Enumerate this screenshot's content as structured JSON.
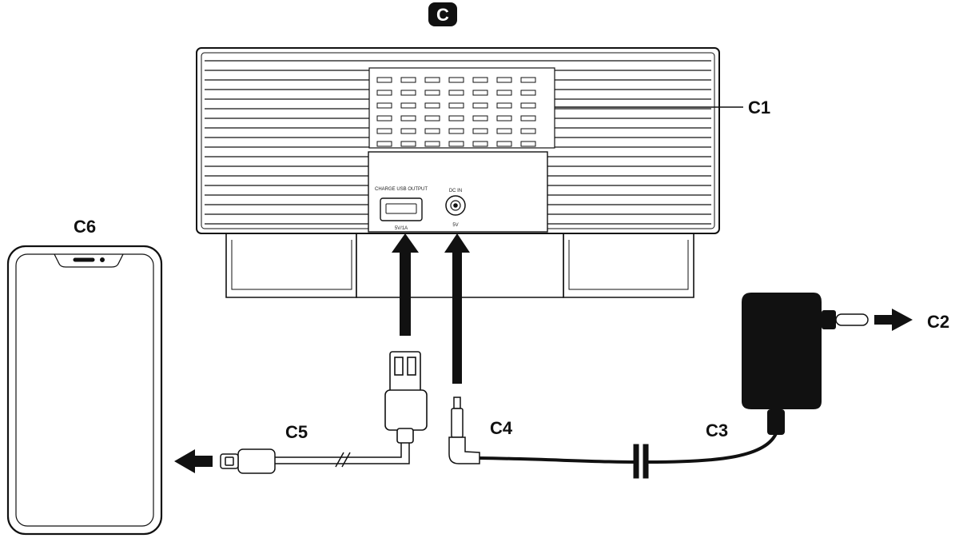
{
  "header_badge": "C",
  "device": {
    "label": "C1",
    "usb_port_label_top": "CHARGE USB OUTPUT",
    "usb_port_label_bottom": "5V/1A",
    "dc_port_label_top": "DC IN",
    "dc_port_label_bottom": "5V"
  },
  "adapter": {
    "label": "C3",
    "wall_arrow_label": "C2"
  },
  "dc_plug": {
    "label": "C4"
  },
  "usb_cable": {
    "label": "C5"
  },
  "phone": {
    "label": "C6"
  },
  "colors": {
    "line": "#111111",
    "fill": "#ffffff",
    "badge": "#111111",
    "badge_text": "#ffffff"
  }
}
